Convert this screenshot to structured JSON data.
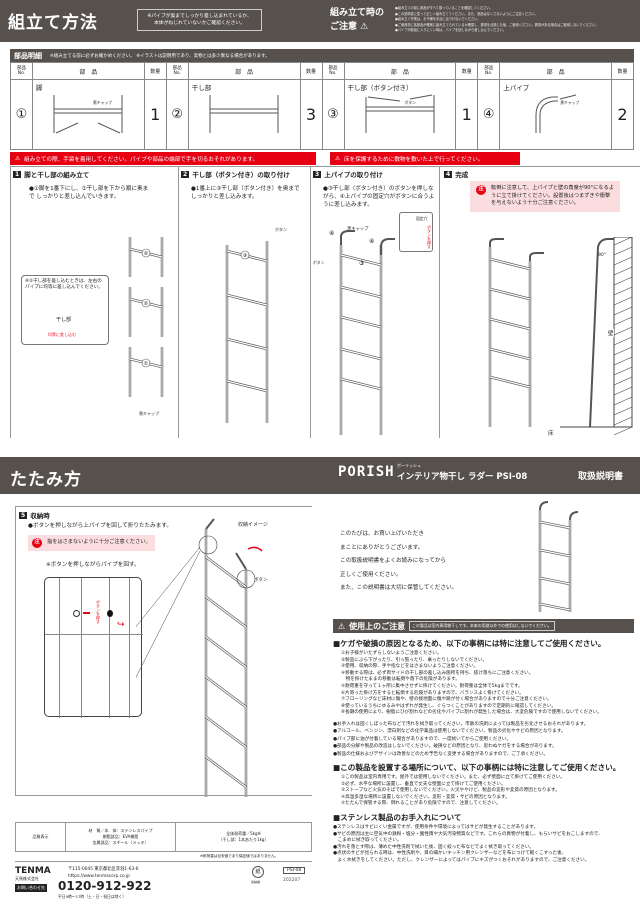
{
  "top_bar": {
    "title": "組立て方法",
    "note_line1": "※パイプが奥までしっかり差し込まれているか、",
    "note_line2": "本体がねじれていないかご確認ください。",
    "caution_title_1": "組み立て時の",
    "caution_title_2": "ご注意",
    "caution_items": [
      "●組み立ての前に部品がすべて揃っていることを確認してください。",
      "●この説明書に従って正しく組み立ててください。また、部品はなくさないようにご注意ください。",
      "●組み立て作業は、お子様を手近に近づけないでください。",
      "●ご使用前に各部品が確実に組み立てられているか確認し、異常を点検した後、ご使用ください。異常がある場合はご使用しないでください。",
      "●パイプが部品に入りにくい時は、パイプを回しながら差し込んでください。"
    ]
  },
  "parts": {
    "title": "部品明細",
    "note": "※組み立てる前に必ずお確かめください。 ※イラストは説明用であり、実物とは多少異なる場合があります。",
    "col_no": "部品\nNo.",
    "col_part": "部　品",
    "col_qty": "数量",
    "items": [
      {
        "no": "①",
        "name": "脚",
        "callout": "黒キャップ",
        "qty": "1"
      },
      {
        "no": "②",
        "name": "干し部",
        "callout": "",
        "qty": "3"
      },
      {
        "no": "③",
        "name": "干し部（ボタン付き）",
        "callout": "ボタン",
        "qty": "1"
      },
      {
        "no": "④",
        "name": "上パイプ",
        "callout": "黒キャップ",
        "qty": "2"
      }
    ]
  },
  "warnings": [
    "組み立ての際、手袋を着用してください。パイプや部品の端部で手を切るおそれがあります。",
    "床を保護するために敷物を敷いた上で行ってください。"
  ],
  "steps": [
    {
      "num": "1",
      "title": "脚と干し部の組み立て",
      "text": "●①脚を1番下にし、②干し部を下から順に奥まで しっかりと差し込んでいきます。",
      "callout": "※②干し部を差し込むときは、左右のパイプに均等に差し込んでください。",
      "callout_part": "干し部",
      "callout_red": "均等に差し込む",
      "labels": [
        "②",
        "②",
        "①"
      ],
      "cap": "黒キャップ"
    },
    {
      "num": "2",
      "title": "干し部（ボタン付き）の取り付け",
      "text": "●1番上に③干し部（ボタン付き）を奥まで しっかりと差し込みます。",
      "labels": [
        "③"
      ],
      "button": "ボタン"
    },
    {
      "num": "3",
      "title": "上パイプの取り付け",
      "text": "●③干し部（ボタン付き）のボタンを押しながら、④上パイプの固定穴がボタンに合うように差し込みます。",
      "labels": [
        "④",
        "④",
        "③"
      ],
      "cap": "黒キャップ",
      "button": "ボタン",
      "hole": "固定穴",
      "press": "ボタンを押す"
    },
    {
      "num": "4",
      "title": "完成",
      "note": "転倒に注意して、上パイプと壁の角度が90°になるように立て掛けてください。設置後はつまずきや衝撃を与えないよう十分ご注意ください。",
      "chu": "注",
      "angle": "90°",
      "wall": "壁",
      "floor": "床"
    }
  ],
  "fold": {
    "title": "たたみ方",
    "step_num": "5",
    "step_title": "収納時",
    "text": "●ボタンを押しながら上パイプを回して折りたたみます。",
    "note": "指をはさまないように十分ご注意ください。",
    "sub": "※ボタンを押しながらパイプを回す。",
    "press": "ボタンを押す",
    "image_label": "収納イメージ",
    "button": "ボタン"
  },
  "brand": {
    "logo": "PORISH",
    "reading": "ポーリッシュ",
    "product": "インテリア物干し ラダー PSI-08",
    "doc": "取扱説明書"
  },
  "intro": [
    "このたびは、お買い上げいただき",
    "まことにありがとうございます。",
    "この取扱説明書をよくお読みになってから",
    "正しくご使用ください。",
    "また、この説明書は大切に保管してください。"
  ],
  "usage": {
    "title": "使用上のご注意",
    "subtitle": "この製品は室内専用物干しです。本来の用途以外での使用はしないでください。",
    "h1": "■ケガや破損の原因となるため、以下の事柄には特に注意してご使用ください。",
    "list1": [
      "①お子様がいたずらしないようご注意ください。",
      "②製品にぶら下がったり、引っ張ったり、乗ったりしないでください。",
      "③使用、収納の際、手や指などをはさまないようご注意ください。",
      "④移動する際は、必ず両サイドの干し部の差し込み箇所を持ち、抜け落ちにご注意ください。",
      "　物を掛けたままの移動は転倒や落下の危険があります。",
      "⑤耐荷重を守って１ヶ所に集中させずに掛けてください。耐荷重は全体で5kgまでです。",
      "⑥片寄った掛け方をすると転倒する危険がありますので、バランスよく掛けてください。",
      "⑦フローリングなど床材に傷や、壁の接地面に傷や跡が付く場合がありますので十分ご注意ください。",
      "⑧使っているうちにゆるみやはずれが発生し、ぐらつくことがありますので定期的に確認してください。",
      "⑨長期の使用により、樹脂にひび割れなどの劣化やパイプに割れが発生した場合は、大変危険ですので使用しないでください。"
    ],
    "list2": [
      "●お手入れは固くしぼった布などで汚れを拭き取ってください。市販の洗剤によっては製品を劣化させるおそれがあります。",
      "●アルコール、ベンジン、漂白剤などの化学薬品は使用しないでください。製品の劣化やサビの原因となります。",
      "●パイプ部に油が付着している場合がありますので、一度拭いてからご使用ください。",
      "●部品の分解や製品の改造はしないでください。破損などの原因となり、思わぬケガをする場合があります。",
      "●製品の仕様およびデザインは改善などのため予告なく変更する場合がありますので、ご了承ください。"
    ],
    "h2": "■この製品を設置する場所について、以下の事柄には特に注意してご使用ください。",
    "list3": [
      "①この製品は室内専用です。屋外では使用しないでください。また、必ず壁面に立て掛けてご使用ください。",
      "②必ず、水平な場所に設置し、垂直で丈夫な壁面に立て掛けてご使用ください。",
      "③ストーブなど火気のそばで使用しないでください。火災ややけど、製品の変形や変質の原因となります。",
      "④高温多湿な場所に設置しないでください。変形・変質・サビの原因となります。",
      "⑤たたんで保管する際、倒れることがあり危険ですので、注意してください。"
    ],
    "h3": "■ステンレス製品のお手入れについて",
    "list4": [
      "●ステンレスはサビにくい金属ですが、使用条件や環境によってはサビが発生することがあります。",
      "●サビの原因は主に空気中の鉄粉・塩分・酸性雨や大気汚染物質などです。これらの異物が付着し、もらいサビをおこしますので、",
      "　こまめに拭き取ってください。",
      "●汚れを落とす際は、薄めた中性洗剤で拭いた後、固く絞った布などでよく拭き取ってください。",
      "●点状のサビが見られる時は、中性洗剤や、目の細かいキッチン用クレンザーなどを布につけて軽くこすった後、",
      "　よく水拭きをしてください。ただし、クレンザーによってはパイプにキズがつくおそれがありますので、ご注意ください。"
    ]
  },
  "spec": {
    "label": "品質表示",
    "material": [
      "材　質／本　体：ステンレスパイプ",
      "樹脂部品：EVA樹脂",
      "金属部品：スチール（メッキ）"
    ],
    "load": [
      "全体耐荷重／5kg※",
      "（干し部：1本あたり1kg）"
    ],
    "footnote": "※耐荷重は目安値であり保証値ではありません。"
  },
  "company": {
    "logo": "TENMA",
    "name": "天馬株式会社",
    "address": "〒115-0045 東京都北区赤羽1-63-6",
    "url": "https://www.tenmacorp.co.jp",
    "contact_label": "お問い合わせ先",
    "phone": "0120-912-922",
    "hours": "平日9時～17時（土・日・祝日は除く）",
    "code": "PSI-08",
    "date": "202207",
    "mark": "紙",
    "mark_label": "収納袋"
  }
}
